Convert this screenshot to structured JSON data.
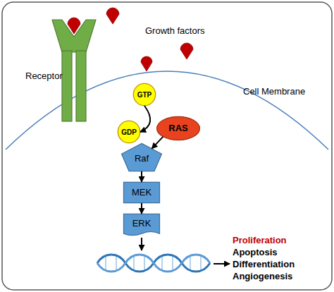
{
  "diagram": {
    "nodes": [
      {
        "text": [
          "GTP"
        ]
      },
      {
        "text": [
          "GDP"
        ]
      },
      {
        "text": [
          "RAS"
        ]
      },
      {
        "text": [
          "Raf"
        ]
      },
      {
        "text": [
          "MEK"
        ]
      },
      {
        "text": [
          "ERK"
        ]
      }
    ],
    "edges": [
      {
        "from": 0,
        "to": 1,
        "arrow": "to"
      },
      {
        "from": 2,
        "to": 3,
        "arrow": "to"
      },
      {
        "from": 3,
        "to": 4,
        "arrow": "to"
      },
      {
        "from": 4,
        "to": 5,
        "arrow": "to"
      }
    ],
    "labels": [
      "Growth factors",
      "Receptor",
      "Cell Membrane",
      "Proliferation",
      "Apoptosis",
      "Differentiation",
      "Angiogenesis"
    ]
  }
}
